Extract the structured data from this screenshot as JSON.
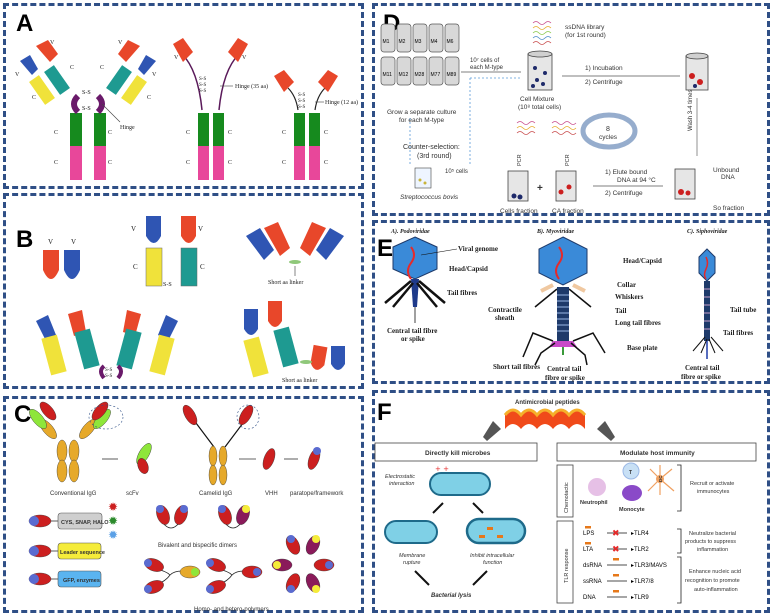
{
  "panels": {
    "A": {
      "label": "A",
      "labels": {
        "vh": "V",
        "vh_sub": "H",
        "vl": "V",
        "vl_sub": "L",
        "ch1": "C",
        "ch1_sub": "H",
        "ch1_num": "1",
        "cl": "C",
        "cl_sub": "L",
        "ch2": "C",
        "ch2_sub": "H",
        "ch2_num": "2",
        "ch3": "C",
        "ch3_sub": "H",
        "ch3_num": "3",
        "ss": "S-S",
        "hinge": "Hinge",
        "hinge35": "Hinge (35 aa)",
        "hinge12": "Hinge (12 aa)"
      }
    },
    "B": {
      "label": "B",
      "short_linker_1": "Short aa linker",
      "short_linker_2": "Short aa linker",
      "ss": "S-S"
    },
    "C": {
      "label": "C",
      "conventional_igg": "Conventional IgG",
      "scfv": "scFv",
      "camelid_igg": "Camelid IgG",
      "vhh": "VHH",
      "paratope": "paratope/framework",
      "fusion_1": "CYS, SNAP, HALO",
      "fusion_2": "Leader sequence",
      "fusion_3": "GFP, enzymes",
      "dimers": "Bivalent and bispecific dimers",
      "polymers": "Homo- and  hetero-polymers"
    },
    "D": {
      "label": "D",
      "tubes_row1": [
        "M1",
        "M2",
        "M3",
        "M4",
        "M6"
      ],
      "tubes_row2": [
        "M11",
        "M12",
        "M28",
        "M77",
        "M89"
      ],
      "grow_1": "Grow a separate culture",
      "grow_2": "for each M-type",
      "cells_each_1": "10⁷ cells of",
      "cells_each_2": "each M-type",
      "ssdna_1": "ssDNA library",
      "ssdna_2": "(for 1st round)",
      "cell_mixture_1": "Cell Mixture",
      "cell_mixture_2": "(10⁸ total cells)",
      "step1": "1)   Incubation",
      "step2": "2)   Centrifuge",
      "wash": "Wash 3-4 times",
      "cycles_num": "8",
      "cycles": "cycles",
      "counter_1": "Counter-selection:",
      "counter_2": "(3rd round)",
      "cells_105": "10⁵ cells",
      "strep": "Streptococcus bovis",
      "pcr": "PCR",
      "plus": "+",
      "elute_1": "1)   Elute bound",
      "elute_2": "DNA at 94 °C",
      "elute_3": "2)   Centrifuge",
      "unbound_1": "Unbound",
      "unbound_2": "DNA",
      "so_fraction": "So fraction",
      "cells_fraction": "Cells fraction",
      "ca_fraction": "CA fraction"
    },
    "E": {
      "label": "E",
      "podo": "A). Podoviridae",
      "myo": "B). Myoviridae",
      "sipho": "C). Siphoviridae",
      "viral_genome": "Viral genome",
      "head_capsid_1": "Head/Capsid",
      "head_capsid_2": "Head/Capsid",
      "tail_fibres_1": "Tail fibres",
      "central_1a": "Central tail fibre",
      "central_1b": "or spike",
      "collar": "Collar",
      "whiskers": "Whiskers",
      "contractile_1": "Contractile",
      "contractile_2": "sheath",
      "tail": "Tail",
      "long_tail": "Long tail fibres",
      "base_plate": "Base plate",
      "short_tail": "Short tail fibres",
      "central_2a": "Central tail",
      "central_2b": "fibre or spike",
      "tail_tube": "Tail tube",
      "tail_fibres_3": "Tail fibres",
      "central_3a": "Central tail",
      "central_3b": "fibre or spike"
    },
    "F": {
      "label": "F",
      "amp": "Antimicrobial peptides",
      "direct": "Directly kill microbes",
      "modulate": "Modulate host immunity",
      "electro_1": "Electrostatic",
      "electro_2": "interaction",
      "membrane_1": "Membrane",
      "membrane_2": "rupture",
      "inhibit_1": "Inhibit intracellular",
      "inhibit_2": "function",
      "lysis": "Bacterial lysis",
      "chemotactic": "Chemotactic",
      "tlr_response": "TLR response",
      "neutrophil": "Neutrophil",
      "monocyte": "Monocyte",
      "t": "T",
      "dc": "DC",
      "recruit_1": "Recruit or activate",
      "recruit_2": "immunocytes",
      "tlr_rows": [
        {
          "ligand": "LPS",
          "receptor": "TLR4",
          "blocked": true
        },
        {
          "ligand": "LTA",
          "receptor": "TLR2",
          "blocked": true
        },
        {
          "ligand": "dsRNA",
          "receptor": "TLR3/MAVS",
          "blocked": false
        },
        {
          "ligand": "ssRNA",
          "receptor": "TLR7/8",
          "blocked": false
        },
        {
          "ligand": "DNA",
          "receptor": "TLR9",
          "blocked": false
        }
      ],
      "neutralize_1": "Neutralize bacterial",
      "neutralize_2": "products to suppress",
      "neutralize_3": "inflammation",
      "enhance_1": "Enhance nucleic acid",
      "enhance_2": "recognition to promote",
      "enhance_3": "auto-inflammation"
    }
  },
  "colors": {
    "frame": "#2f4f86",
    "vh": "#e8472a",
    "vl": "#2f55b3",
    "ch1": "#1e9a91",
    "cl": "#f0e23a",
    "ch2": "#168a1e",
    "ch3": "#e8479a",
    "hinge": "#6a1a6a",
    "gold": "#e6a92a",
    "lime": "#8ee63a",
    "red": "#cc1f1f",
    "purple": "#8a1a5a",
    "blue_cell": "#5a6bd0",
    "capsid": "#3a8ad8",
    "bacterium": "#7fd0e6"
  }
}
